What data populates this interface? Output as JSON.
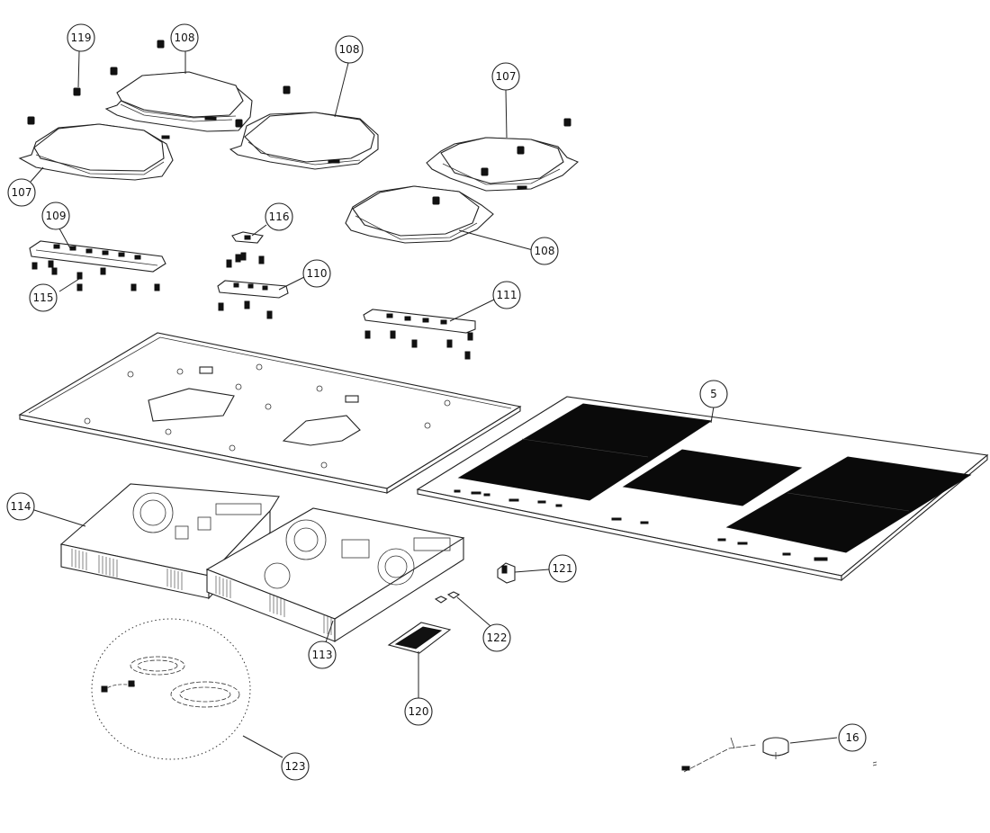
{
  "diagram": {
    "callouts": [
      {
        "id": "c119",
        "label": "119"
      },
      {
        "id": "c108a",
        "label": "108"
      },
      {
        "id": "c108b",
        "label": "108"
      },
      {
        "id": "c107a",
        "label": "107"
      },
      {
        "id": "c107b",
        "label": "107"
      },
      {
        "id": "c108c",
        "label": "108"
      },
      {
        "id": "c109",
        "label": "109"
      },
      {
        "id": "c116",
        "label": "116"
      },
      {
        "id": "c115",
        "label": "115"
      },
      {
        "id": "c110",
        "label": "110"
      },
      {
        "id": "c111",
        "label": "111"
      },
      {
        "id": "c5",
        "label": "5"
      },
      {
        "id": "c114",
        "label": "114"
      },
      {
        "id": "c121",
        "label": "121"
      },
      {
        "id": "c122",
        "label": "122"
      },
      {
        "id": "c113",
        "label": "113"
      },
      {
        "id": "c120",
        "label": "120"
      },
      {
        "id": "c123",
        "label": "123"
      },
      {
        "id": "c16",
        "label": "16"
      }
    ]
  }
}
